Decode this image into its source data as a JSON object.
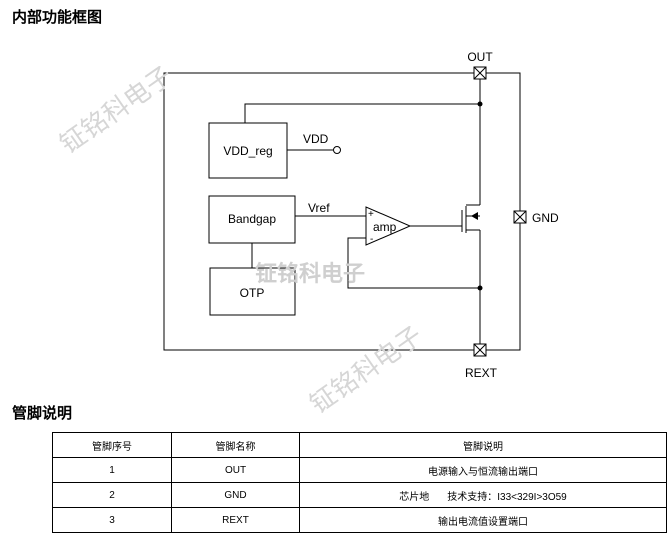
{
  "sections": {
    "block_diagram_title": "内部功能框图",
    "pin_title": "管脚说明"
  },
  "diagram": {
    "blocks": {
      "vdd_reg": "VDD_reg",
      "bandgap": "Bandgap",
      "otp": "OTP",
      "amp": "amp"
    },
    "labels": {
      "vdd": "VDD",
      "vref": "Vref",
      "plus": "+",
      "minus": "-"
    },
    "pins": {
      "out": "OUT",
      "gnd": "GND",
      "rext": "REXT"
    }
  },
  "watermark": {
    "text": "钲铭科电子"
  },
  "table": {
    "headers": [
      "管脚序号",
      "管脚名称",
      "管脚说明"
    ],
    "rows": [
      {
        "num": "1",
        "name": "OUT",
        "desc": "电源输入与恒流输出端口",
        "extra": ""
      },
      {
        "num": "2",
        "name": "GND",
        "desc": "芯片地",
        "extra": "技术支持：I33<329I>3O59"
      },
      {
        "num": "3",
        "name": "REXT",
        "desc": "输出电流值设置端口",
        "extra": ""
      }
    ]
  }
}
